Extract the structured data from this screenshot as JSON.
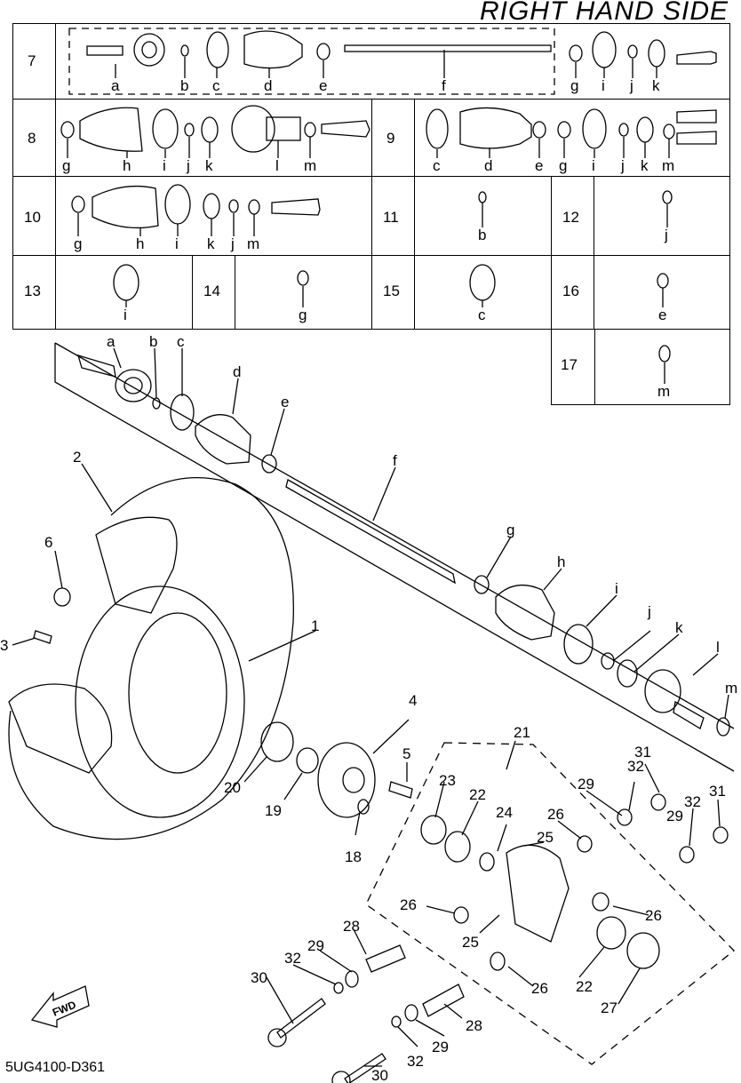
{
  "title": "RIGHT HAND SIDE",
  "diagram_code": "5UG4100-D361",
  "fwd_label": "FWD",
  "table": {
    "row7": {
      "num": "7",
      "labels": [
        "a",
        "b",
        "c",
        "d",
        "e",
        "f",
        "g",
        "i",
        "j",
        "k"
      ]
    },
    "row8": {
      "num": "8",
      "labels": [
        "g",
        "h",
        "i",
        "j",
        "k",
        "l",
        "m"
      ]
    },
    "row9": {
      "num": "9",
      "labels": [
        "c",
        "d",
        "e",
        "g",
        "i",
        "j",
        "k",
        "m"
      ]
    },
    "row10": {
      "num": "10",
      "labels": [
        "g",
        "h",
        "i",
        "k",
        "j",
        "m"
      ]
    },
    "row11": {
      "num": "11",
      "label": "b"
    },
    "row12": {
      "num": "12",
      "label": "j"
    },
    "row13": {
      "num": "13",
      "label": "i"
    },
    "row14": {
      "num": "14",
      "label": "g"
    },
    "row15": {
      "num": "15",
      "label": "c"
    },
    "row16": {
      "num": "16",
      "label": "e"
    },
    "row17": {
      "num": "17",
      "label": "m"
    }
  },
  "shaft_letters": [
    "a",
    "b",
    "c",
    "d",
    "e",
    "f",
    "g",
    "h",
    "i",
    "j",
    "k",
    "l",
    "m"
  ],
  "callouts": [
    "1",
    "2",
    "3",
    "4",
    "5",
    "6",
    "18",
    "19",
    "20",
    "21",
    "22",
    "23",
    "24",
    "25",
    "26",
    "27",
    "28",
    "29",
    "30",
    "31",
    "32"
  ]
}
